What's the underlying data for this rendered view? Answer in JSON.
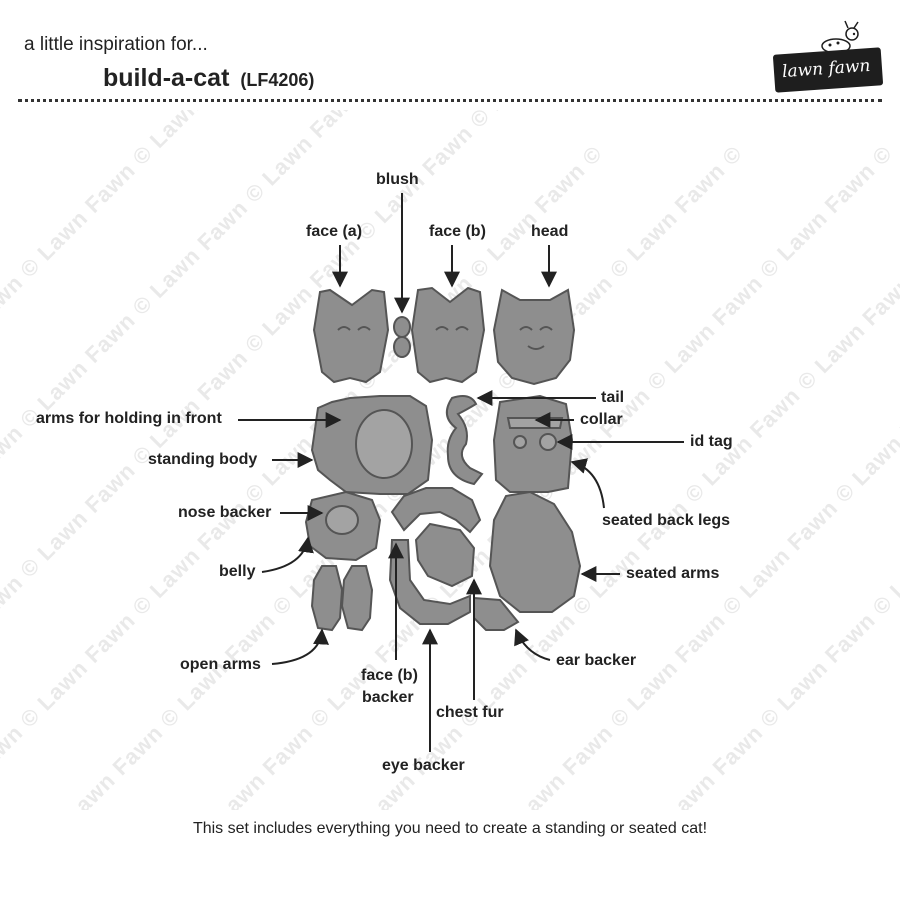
{
  "header": {
    "intro": "a little inspiration for...",
    "title": "build-a-cat",
    "code": "(LF4206)",
    "logo_text": "lawn fawn"
  },
  "watermark_text": "Lawn Fawn © Lawn Fawn © Lawn Fawn © Lawn Fawn © Lawn Fawn © Lawn Fawn ©",
  "labels": {
    "blush": "blush",
    "face_a": "face (a)",
    "face_b": "face (b)",
    "head": "head",
    "tail": "tail",
    "collar": "collar",
    "id_tag": "id tag",
    "arms_front": "arms for holding in front",
    "standing_body": "standing body",
    "seated_back_legs": "seated back legs",
    "nose_backer": "nose backer",
    "belly": "belly",
    "seated_arms": "seated arms",
    "ear_backer": "ear backer",
    "open_arms": "open arms",
    "face_b_backer_1": "face (b)",
    "face_b_backer_2": "backer",
    "chest_fur": "chest fur",
    "eye_backer": "eye backer"
  },
  "caption": "This set includes everything you need to create a standing or seated cat!",
  "colors": {
    "die_fill": "#8e8e8e",
    "die_outline": "#555555",
    "die_highlight": "#d9d9d9",
    "text": "#222222",
    "logo_bg": "#1e1e1e"
  }
}
